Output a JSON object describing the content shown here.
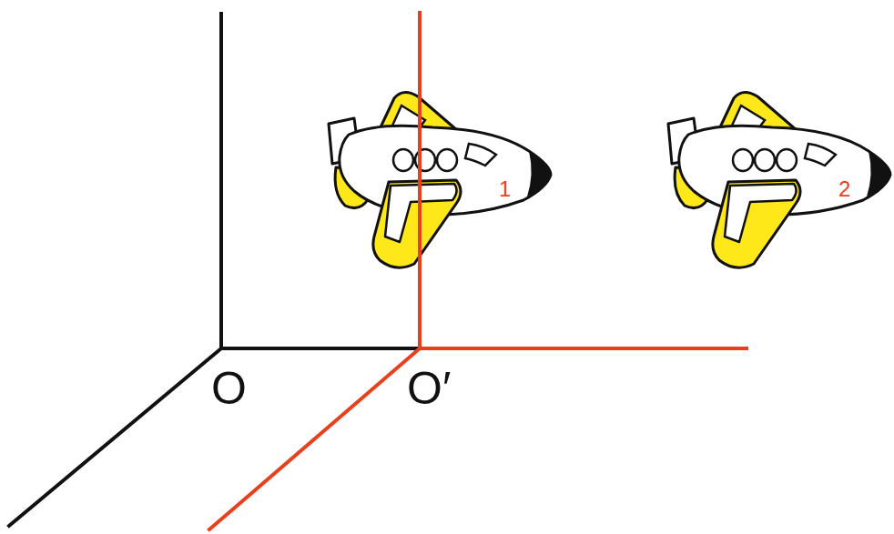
{
  "diagram": {
    "labels": [
      "O",
      "O′",
      "1",
      "2"
    ]
  }
}
